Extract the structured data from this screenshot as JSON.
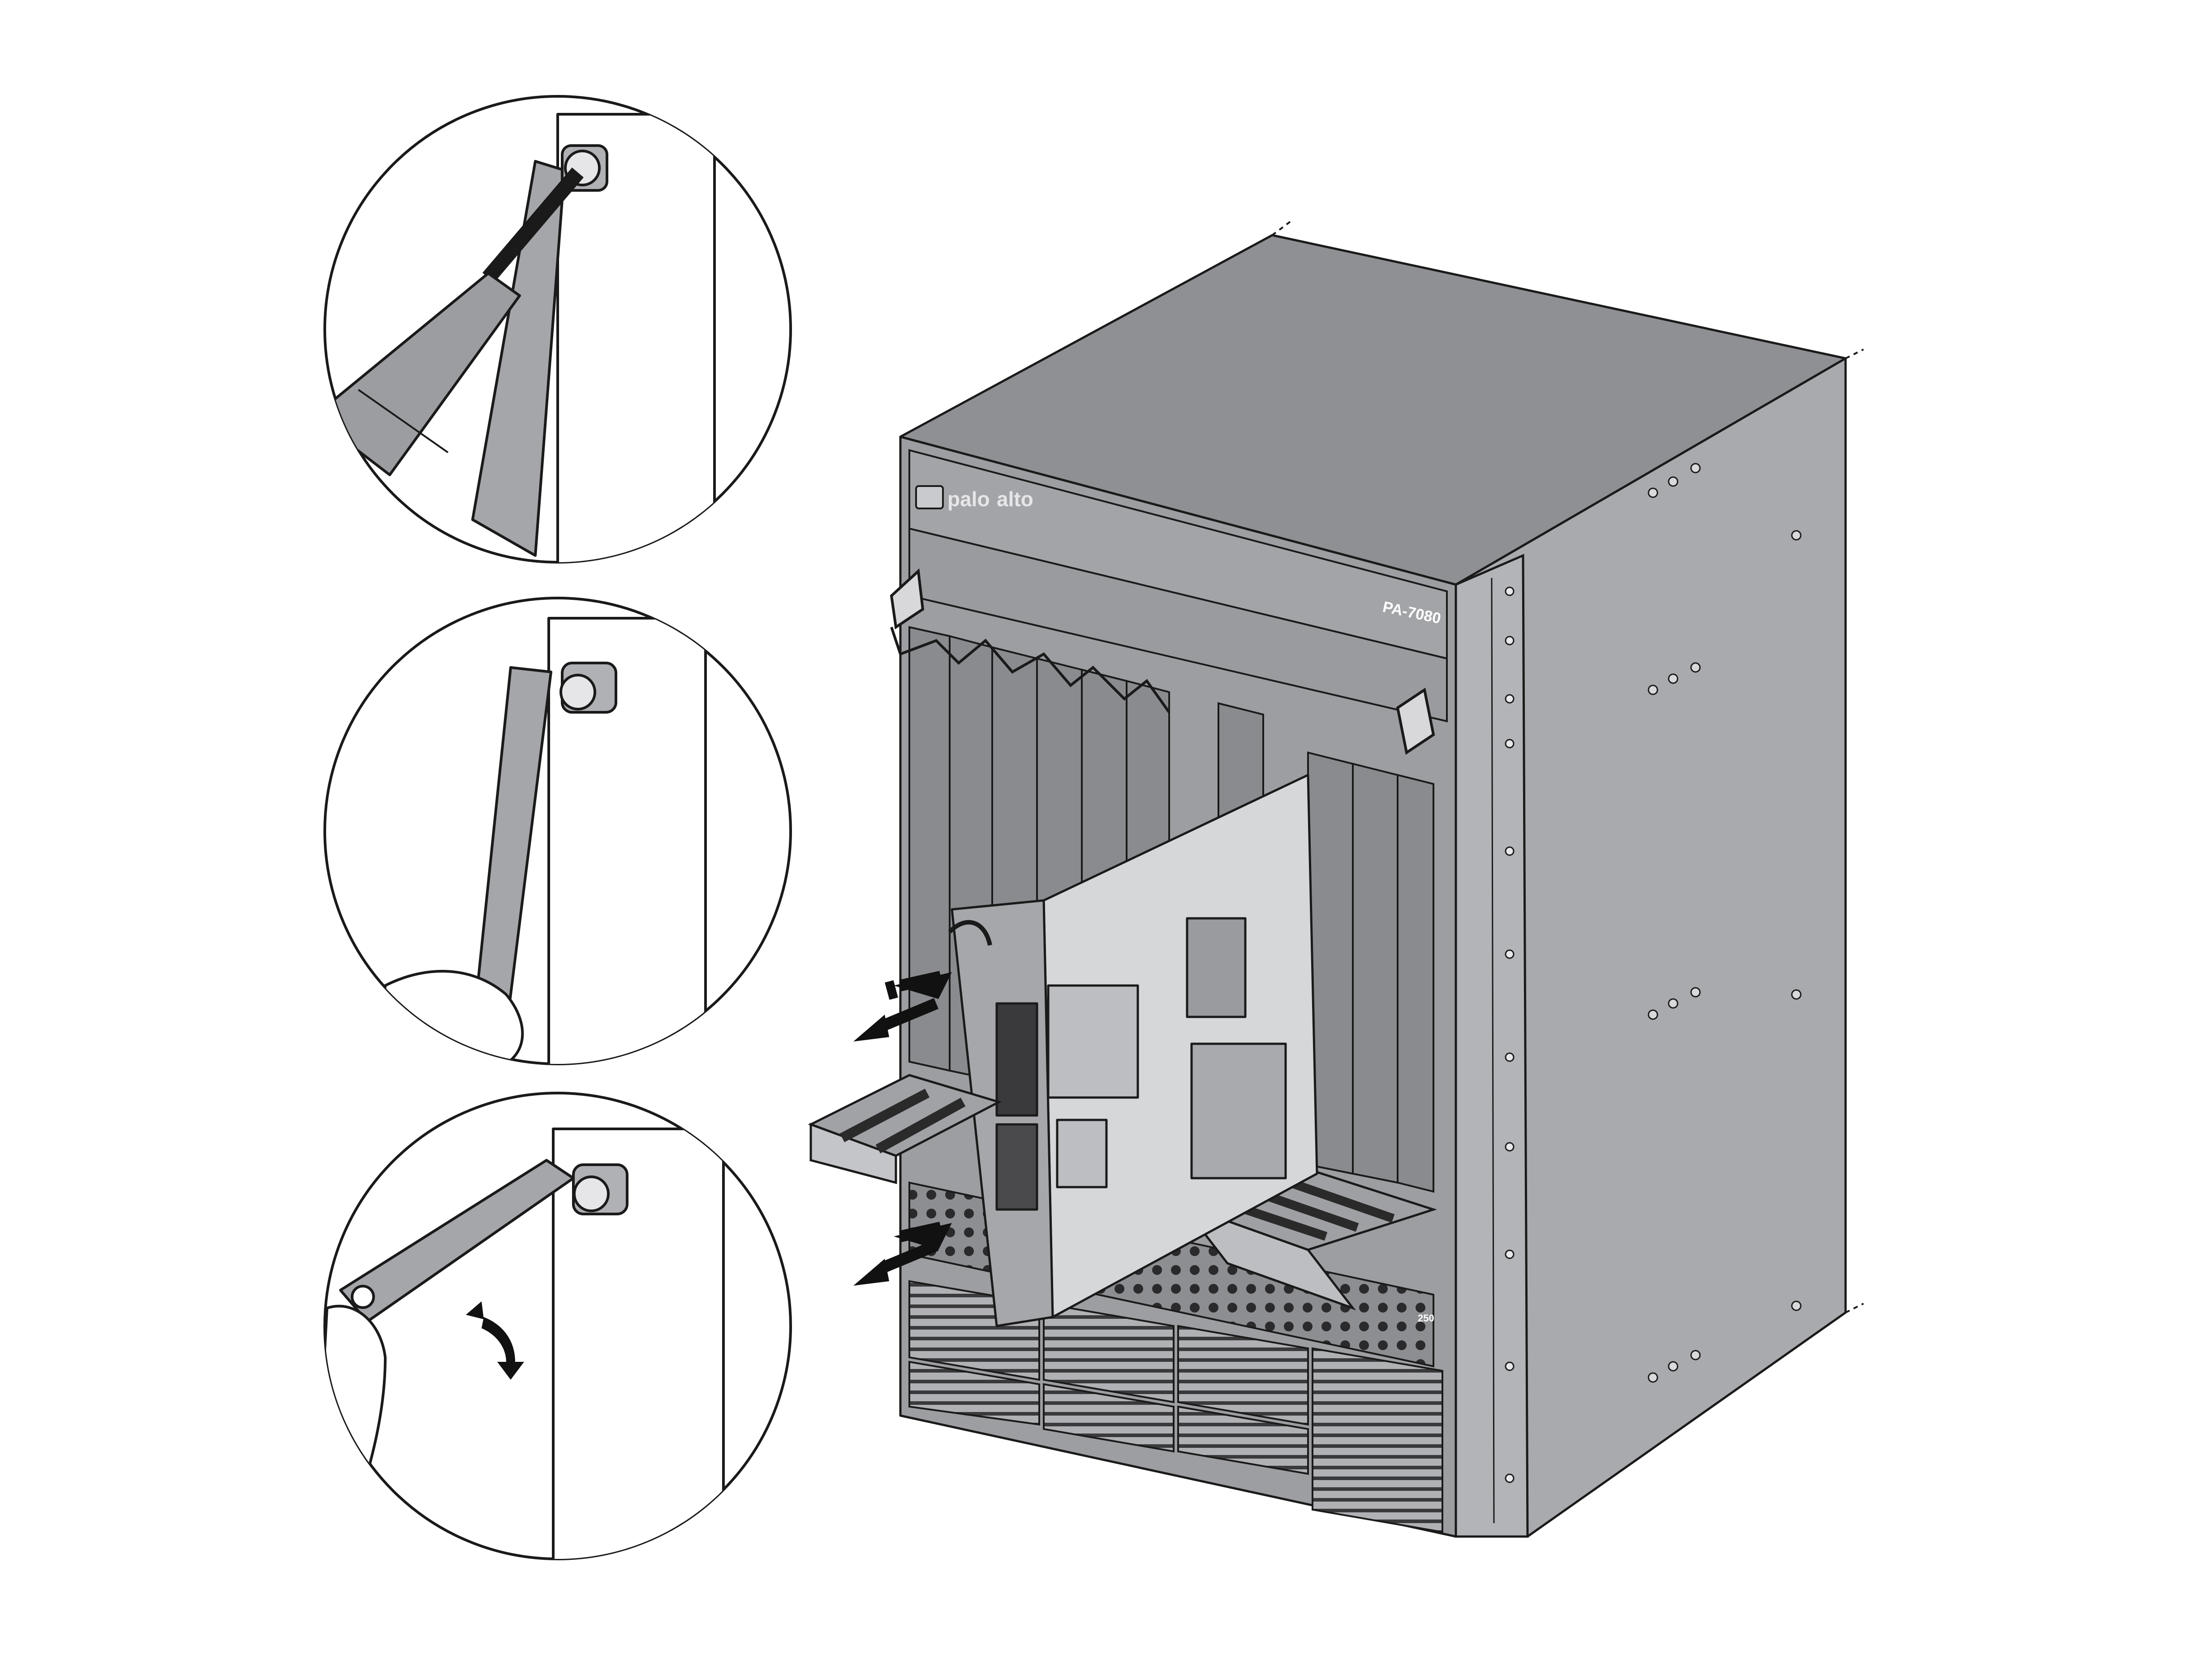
{
  "figure": {
    "chassis_label": "PA-7080",
    "brand": {
      "line1": "palo",
      "line2": "alto"
    },
    "power_label": "250",
    "colors": {
      "chassis_top": "#8f9094",
      "chassis_front": "#9d9ea2",
      "chassis_side": "#a9aaae",
      "slot": "#8a8b8f",
      "board": "#d6d7d9",
      "outline": "#1a1a1a",
      "arrow": "#111111"
    },
    "callouts": [
      {
        "id": "loosen-screw",
        "icon": "screwdriver-icon"
      },
      {
        "id": "grip-ejector",
        "icon": "hand-icon"
      },
      {
        "id": "rotate-ejector",
        "icon": "rotate-arrow-icon"
      }
    ],
    "motion_arrows": [
      "insert-arrow",
      "remove-arrow"
    ]
  }
}
